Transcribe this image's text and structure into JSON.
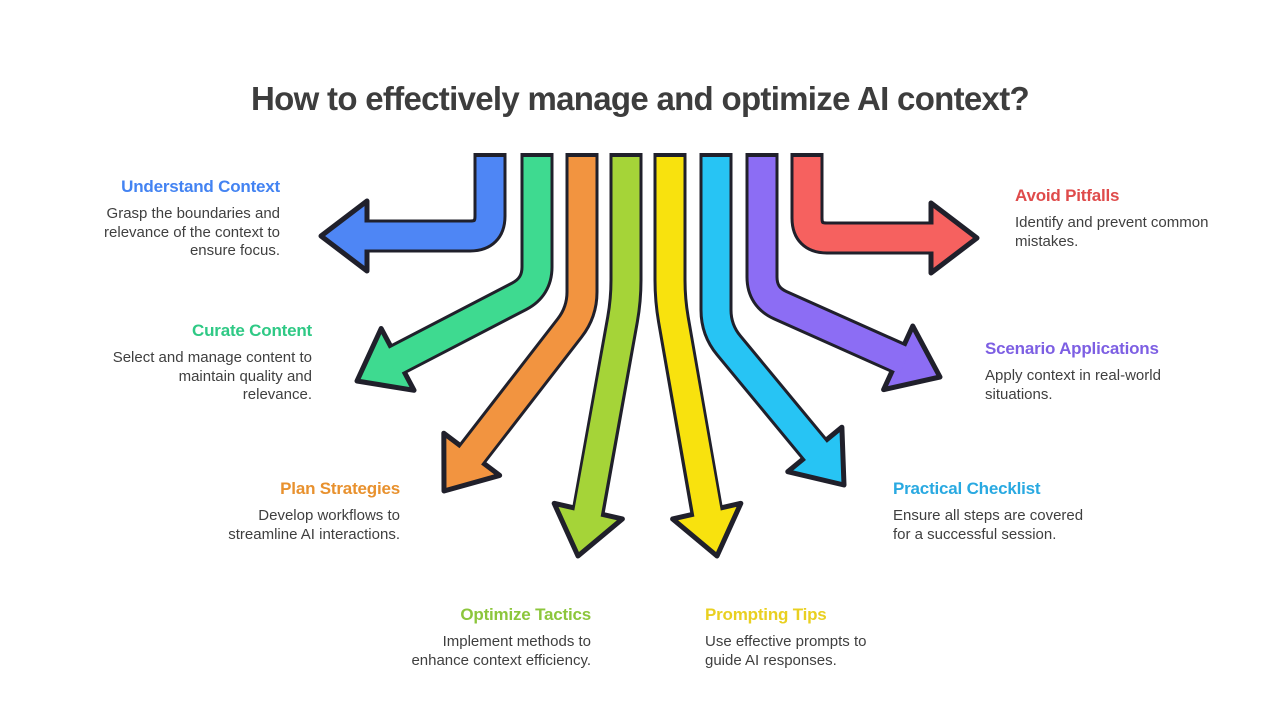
{
  "title": "How to effectively manage and optimize AI context?",
  "colors": {
    "background": "#ffffff",
    "title_text": "#3d3d3d",
    "body_text": "#3f3f3f",
    "arrow_outline": "#20202b"
  },
  "items": [
    {
      "id": "understand-context",
      "label": "Understand Context",
      "description": "Grasp the boundaries and\nrelevance of the context to\nensure focus.",
      "label_color": "#4383f2",
      "arrow_color": "#4e86f5"
    },
    {
      "id": "curate-content",
      "label": "Curate Content",
      "description": "Select and manage content to\nmaintain quality and\nrelevance.",
      "label_color": "#2fc985",
      "arrow_color": "#3eda90"
    },
    {
      "id": "plan-strategies",
      "label": "Plan Strategies",
      "description": "Develop workflows to\nstreamline AI interactions.",
      "label_color": "#e8912e",
      "arrow_color": "#f29440"
    },
    {
      "id": "optimize-tactics",
      "label": "Optimize Tactics",
      "description": "Implement methods to\nenhance context efficiency.",
      "label_color": "#8cc63c",
      "arrow_color": "#a5d438"
    },
    {
      "id": "prompting-tips",
      "label": "Prompting Tips",
      "description": "Use effective prompts to\nguide AI responses.",
      "label_color": "#e9d021",
      "arrow_color": "#f8e20e"
    },
    {
      "id": "practical-checklist",
      "label": "Practical Checklist",
      "description": "Ensure all steps are covered\nfor a successful session.",
      "label_color": "#29a9e1",
      "arrow_color": "#27c4f4"
    },
    {
      "id": "scenario-applications",
      "label": "Scenario Applications",
      "description": "Apply context in real-world\nsituations.",
      "label_color": "#7d5fe3",
      "arrow_color": "#8c6df4"
    },
    {
      "id": "avoid-pitfalls",
      "label": "Avoid Pitfalls",
      "description": "Identify and prevent common\nmistakes.",
      "label_color": "#df4b4b",
      "arrow_color": "#f6615f"
    }
  ]
}
